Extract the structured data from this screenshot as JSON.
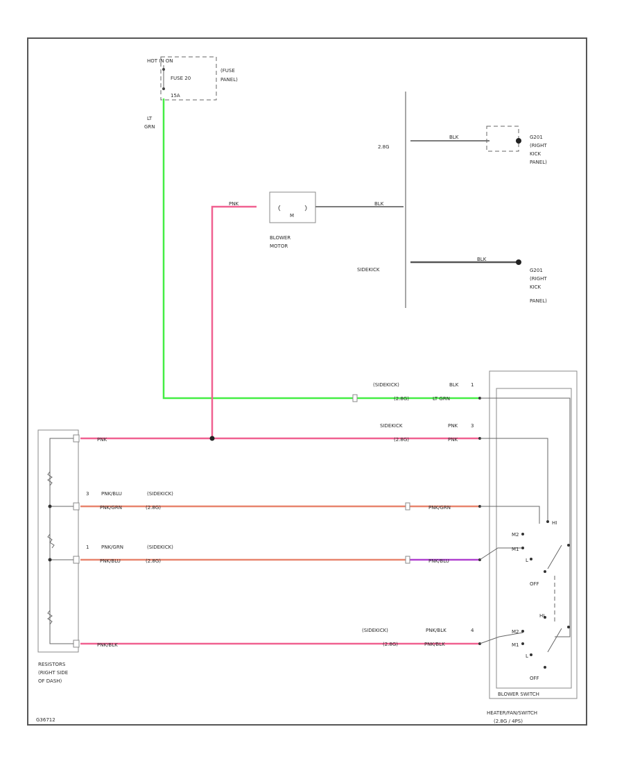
{
  "colors": {
    "lt_grn": "#44ee44",
    "pnk": "#f06090",
    "pnk_grn": "#e8846e",
    "pnk_blu": "#b040d0",
    "wire_gray": "#7a7a7a"
  },
  "fuse_panel": {
    "hot_label": "HOT IN ON",
    "fuse_label": "FUSE 20",
    "fuse_amp": "15A",
    "panel_label_1": "(FUSE",
    "panel_label_2": "PANEL)",
    "wire_color_1": "LT",
    "wire_color_2": "GRN"
  },
  "blower_motor": {
    "in_wire": "PNK",
    "out_wire": "BLK",
    "label_1": "BLOWER",
    "label_2": "MOTOR",
    "symbol": "M"
  },
  "ground_upper": {
    "bus_label": "2.8G",
    "wire": "BLK",
    "label_1": "G201",
    "label_2": "(RIGHT",
    "label_3": "KICK",
    "label_4": "PANEL)"
  },
  "ground_lower": {
    "bus_label": "SIDEKICK",
    "wire": "BLK",
    "label_1": "G201",
    "label_2": "(RIGHT",
    "label_3": "KICK",
    "label_4": "PANEL)"
  },
  "switch_pins": {
    "pin1_variant": "(SIDEKICK)",
    "pin1_wire": "BLK",
    "pin1_num": "1",
    "pin2_variant": "(2.8G)",
    "pin2_wire": "LT GRN",
    "pin3_variant_top": "SIDEKICK",
    "pin3_wire_top": "PNK",
    "pin3_num": "3",
    "pin3_variant_bottom": "(2.8G)",
    "pin3_wire_bottom": "PNK",
    "pin4_variant_top": "(SIDEKICK)",
    "pin4_wire_top": "PNK/BLK",
    "pin4_num": "4",
    "pin4_variant_bottom": "(2.8G)",
    "pin4_wire_bottom": "PNK/BLK"
  },
  "resistor_wires": {
    "r1_wire": "PNK",
    "r2_num": "3",
    "r2_top_wire": "PNK/BLU",
    "r2_top_variant": "(SIDEKICK)",
    "r2_wire": "PNK/GRN",
    "r2_variant": "(2.8G)",
    "r2_right_wire": "PNK/GRN",
    "r3_num": "1",
    "r3_top_wire": "PNK/GRN",
    "r3_top_variant": "(SIDEKICK)",
    "r3_wire": "PNK/BLU",
    "r3_variant": "(2.8G)",
    "r3_right_wire": "PNK/BLU",
    "r4_wire": "PNK/BLK",
    "label_1": "RESISTORS",
    "label_2": "(RIGHT SIDE",
    "label_3": "OF DASH)"
  },
  "switch": {
    "hi": "HI",
    "m2": "M2",
    "m1": "M1",
    "lo": "L",
    "off": "OFF",
    "hi_b": "HI",
    "m2_b": "M2",
    "m1_b": "M1",
    "lo_b": "L",
    "off_b": "OFF",
    "inner_label": "BLOWER SWITCH",
    "outer_label_1": "HEATER/FAN/SWITCH",
    "outer_label_2": "(2.8G / 4PS)"
  },
  "figure_id": "G36712"
}
